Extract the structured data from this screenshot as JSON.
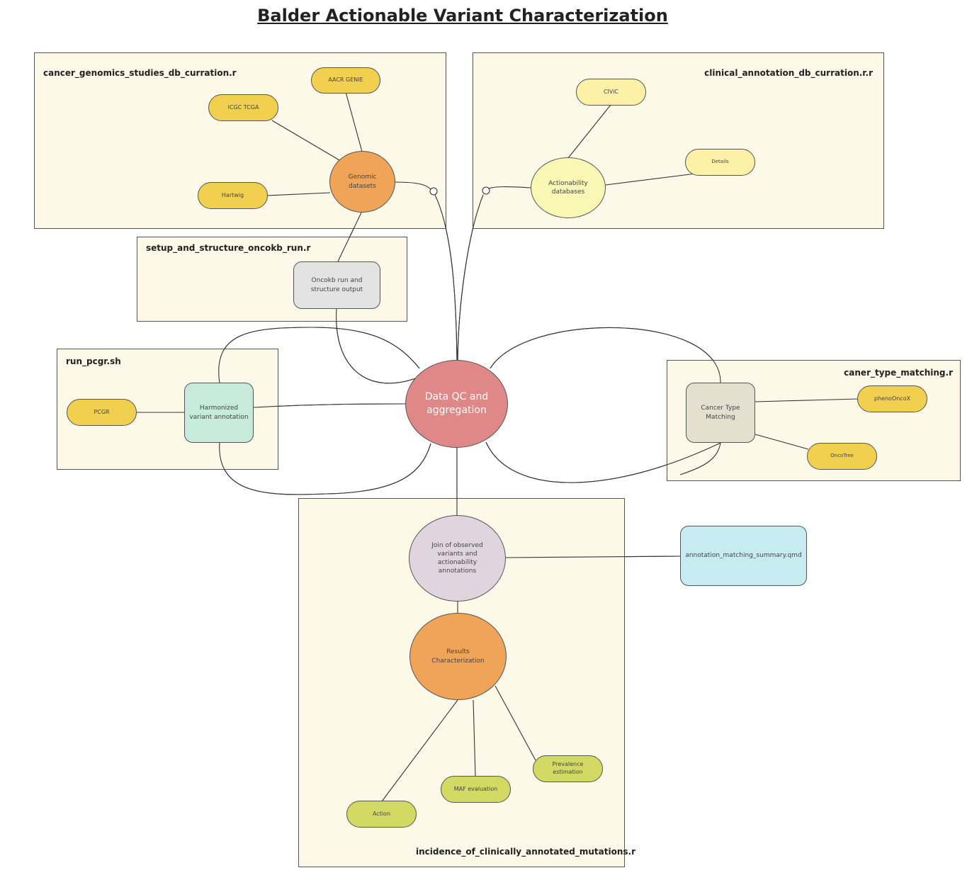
{
  "title": "Balder Actionable Variant Characterization",
  "groups": {
    "cancer_genomics": "cancer_genomics_studies_db_curration.r",
    "clinical_annotation": "clinical_annotation_db_curration.r.r",
    "oncokb": "setup_and_structure_oncokb_run.r",
    "pcgr": "run_pcgr.sh",
    "cancer_type": "caner_type_matching.r",
    "incidence": "incidence_of_clinically_annotated_mutations.r"
  },
  "nodes": {
    "aacr_genie": "AACR GENIE",
    "icgc_tcga": "ICGC TCGA",
    "hartwig": "Hartwig",
    "genomic_datasets": "Genomic datasets",
    "civic": "CIViC",
    "details": "Details",
    "actionability_databases": "Actionability databases",
    "oncokb_run": "Oncokb run and structure output",
    "pcgr": "PCGR",
    "harmonized": "Harmonized variant annotation",
    "data_qc": "Data QC and aggregation",
    "cancer_type_matching": "Cancer Type Matching",
    "phenooncox": "phenoOncoX",
    "oncotree": "OncoTree",
    "join": "Join of observed variants and actionability annotations",
    "summary_qmd": "annotation_matching_summary.qmd",
    "results": "Results Characterization",
    "prevalence": "Prevalence estimation",
    "maf": "MAF evaluation",
    "action": "Action"
  },
  "colors": {
    "group_fill": "#fcf9e8",
    "yellow": "#f2d04f",
    "light_yellow": "#fdf1a8",
    "orange": "#f0a458",
    "pale_yellow_circle": "#f8f7b4",
    "grey_box": "#e3e3e3",
    "mint": "#c6eadb",
    "pink": "#e08888",
    "beige": "#e4e0d0",
    "lavender": "#e0d5df",
    "cyan": "#c6ecf1",
    "olive": "#d3da63"
  }
}
